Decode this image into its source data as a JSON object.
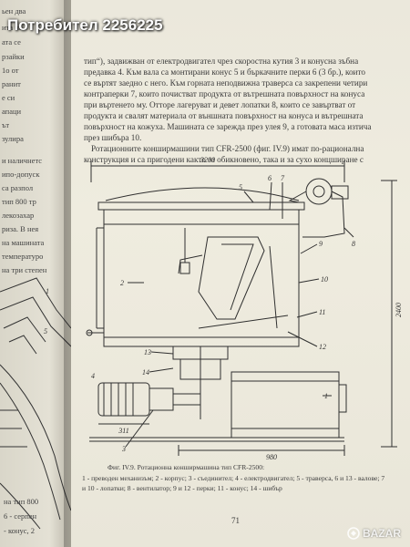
{
  "banner": {
    "text": "Потребител 2256225"
  },
  "left_page": {
    "fragments": [
      "ьен два",
      "ита на",
      "ата се",
      "рзайки",
      "1о от",
      "ранит",
      "е си",
      "апаци",
      "ът",
      "зулира",
      "и наличнетс",
      "ипо-допуск",
      "са разпол",
      "тип 800 тр",
      "лекозахар",
      "риза. В нея",
      "на машината",
      "температуро",
      "на три степен"
    ],
    "bottom_fragments": [
      "на тип 800",
      "6 - серпен",
      "- конус, 2"
    ]
  },
  "body_lines": [
    "тип“), задвижван от електродвигател чрез скоростна кутия 3 и конусна зъбна",
    "предавка 4. Към вала са монтирани конус 5 и бъркачните перки 6 (3 бр.), които",
    "се въртят заедно с него. Към горната неподвижна траверса са закрепени четири",
    "контраперки 7, които почистват продукта от вътрешната повърхност на конуса",
    "при въртенето му. Отторе лагеруват и девет лопатки 8, които се завъртват от",
    "продукта и свалят материала от външната повърхност на конуса и вътрешната",
    "повърхност на кожуха. Машината се зарежда през улея 9, а готовата маса изтича",
    "през шибъра 10.",
    "Ротационните конширмашини тип CFR-2500 (фиг. IV.9) имат по-рационална",
    "конструкция и са пригодени както за обикновено, така и за сухо концширане с"
  ],
  "figure": {
    "dim_width": "3200",
    "dim_height": "2400",
    "dim_base": "980",
    "dim_motor": "311",
    "labels": [
      "1",
      "2",
      "3",
      "4",
      "5",
      "6",
      "7",
      "8",
      "9",
      "10",
      "11",
      "12",
      "13",
      "14"
    ]
  },
  "caption": {
    "line1": "Фиг. IV.9. Ротационна конширмашина тип CFR-2500:",
    "line2": "1 - преводен механизъм; 2 - корпус; 3 - съединител; 4 - електродвигател; 5 - траверса, 6 и 13 - валове; 7",
    "line3": "и 10 - лопатки; 8 - вентилатор; 9 и 12 - перки; 11 - конус; 14 - шибър"
  },
  "page_number": "71",
  "watermark": {
    "text": "BAZ",
    "suffix": "AR"
  }
}
